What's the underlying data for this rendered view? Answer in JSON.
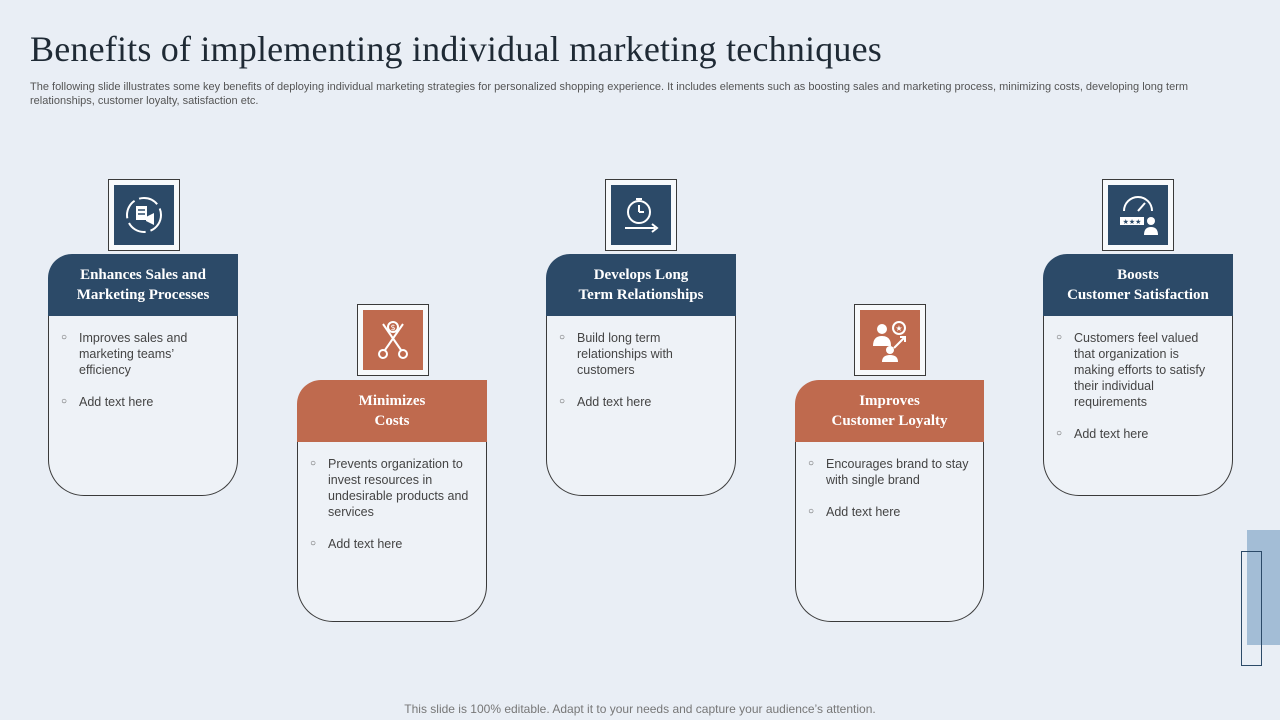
{
  "slide": {
    "title": "Benefits of implementing individual marketing techniques",
    "subtitle": "The following slide illustrates some key benefits of deploying individual marketing strategies for personalized shopping experience. It includes elements such as boosting sales and marketing process, minimizing costs, developing long term relationships, customer loyalty, satisfaction etc.",
    "footer": "This slide is 100% editable. Adapt it to your needs and capture your audience’s attention."
  },
  "colors": {
    "navy": "#2c4a68",
    "rust": "#bf6a4e",
    "background": "#e9eef5"
  },
  "cards": [
    {
      "icon": "marketing-process-icon",
      "title_lines": [
        "Enhances Sales and",
        "Marketing Processes"
      ],
      "bullets": [
        "Improves  sales and marketing teams’ efficiency",
        "Add text here"
      ]
    },
    {
      "icon": "scissors-dollar-icon",
      "title_lines": [
        "Minimizes",
        "Costs"
      ],
      "bullets": [
        "Prevents organization to invest resources in undesirable products and services",
        "Add text here"
      ]
    },
    {
      "icon": "clock-arrow-icon",
      "title_lines": [
        "Develops Long",
        "Term Relationships"
      ],
      "bullets": [
        "Build long term relationships with customers",
        "Add text here"
      ]
    },
    {
      "icon": "loyalty-growth-icon",
      "title_lines": [
        "Improves",
        "Customer Loyalty"
      ],
      "bullets": [
        "Encourages brand to stay with single brand",
        "Add text here"
      ]
    },
    {
      "icon": "satisfaction-gauge-icon",
      "title_lines": [
        "Boosts",
        "Customer Satisfaction"
      ],
      "bullets": [
        "Customers feel valued that organization is making efforts to satisfy their individual  requirements",
        "Add text here"
      ]
    }
  ]
}
